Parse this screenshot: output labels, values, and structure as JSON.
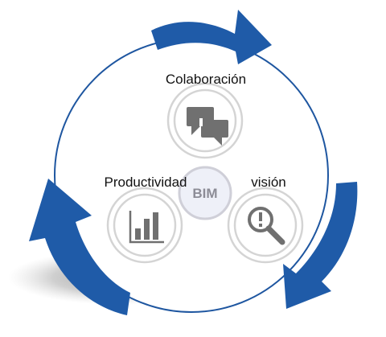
{
  "diagram": {
    "center_label": "BIM",
    "nodes": [
      {
        "label": "Colaboración",
        "icon": "chat-bubbles-icon"
      },
      {
        "label": "Productividad",
        "icon": "bar-chart-icon"
      },
      {
        "label": "visión",
        "icon": "magnifier-warning-icon"
      }
    ],
    "colors": {
      "arrow": "#1F5BA8",
      "ring": "#1E56A0",
      "icon": "#707070",
      "node_ring": "#C9C9C9",
      "center_fill": "#EEF0F8",
      "center_text": "#8C8C96"
    }
  }
}
